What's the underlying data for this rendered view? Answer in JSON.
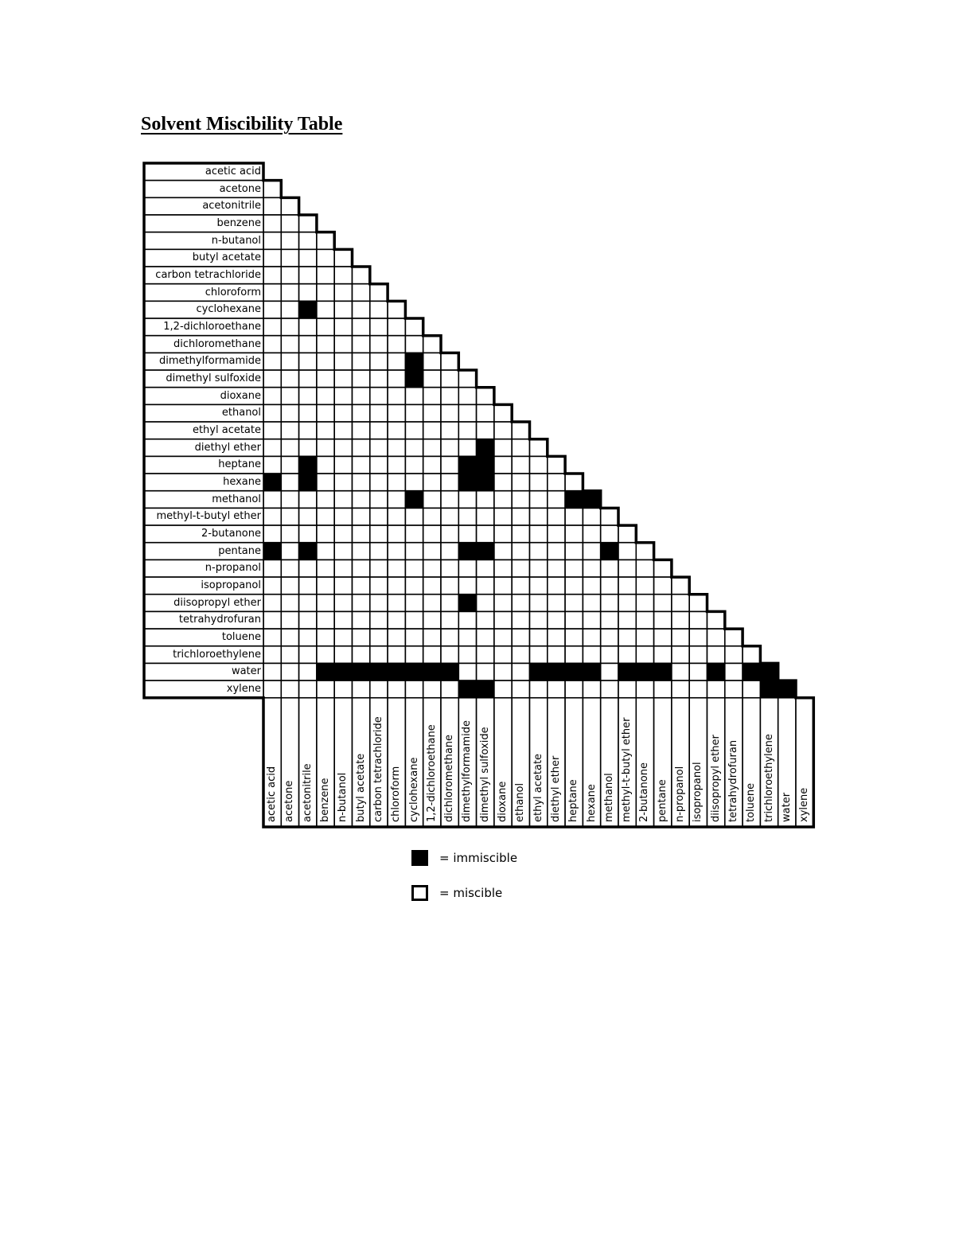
{
  "title": "Solvent Miscibility Table",
  "legend": {
    "immiscible": {
      "symbol": "black-square",
      "label": "= immiscible",
      "color": "#000000"
    },
    "miscible": {
      "symbol": "white-square",
      "label": "= miscible",
      "color": "#ffffff"
    }
  },
  "chart_data": {
    "type": "heatmap",
    "title": "Solvent Miscibility Table",
    "layout": "lower-triangular matrix; row i has cells for columns 0..i-1; black = immiscible, white = miscible",
    "solvents": [
      "acetic acid",
      "acetone",
      "acetonitrile",
      "benzene",
      "n-butanol",
      "butyl acetate",
      "carbon tetrachloride",
      "chloroform",
      "cyclohexane",
      "1,2-dichloroethane",
      "dichloromethane",
      "dimethylformamide",
      "dimethyl sulfoxide",
      "dioxane",
      "ethanol",
      "ethyl acetate",
      "diethyl ether",
      "heptane",
      "hexane",
      "methanol",
      "methyl-t-butyl ether",
      "2-butanone",
      "pentane",
      "n-propanol",
      "isopropanol",
      "diisopropyl ether",
      "tetrahydrofuran",
      "toluene",
      "trichloroethylene",
      "water",
      "xylene"
    ],
    "immiscible_pairs": [
      [
        "cyclohexane",
        "acetonitrile"
      ],
      [
        "dimethylformamide",
        "cyclohexane"
      ],
      [
        "dimethyl sulfoxide",
        "cyclohexane"
      ],
      [
        "diethyl ether",
        "dimethyl sulfoxide"
      ],
      [
        "heptane",
        "acetonitrile"
      ],
      [
        "heptane",
        "dimethylformamide"
      ],
      [
        "heptane",
        "dimethyl sulfoxide"
      ],
      [
        "hexane",
        "acetic acid"
      ],
      [
        "hexane",
        "acetonitrile"
      ],
      [
        "hexane",
        "dimethylformamide"
      ],
      [
        "hexane",
        "dimethyl sulfoxide"
      ],
      [
        "methanol",
        "cyclohexane"
      ],
      [
        "methanol",
        "heptane"
      ],
      [
        "methanol",
        "hexane"
      ],
      [
        "pentane",
        "acetic acid"
      ],
      [
        "pentane",
        "acetonitrile"
      ],
      [
        "pentane",
        "dimethylformamide"
      ],
      [
        "pentane",
        "dimethyl sulfoxide"
      ],
      [
        "pentane",
        "methanol"
      ],
      [
        "diisopropyl ether",
        "dimethylformamide"
      ],
      [
        "water",
        "benzene"
      ],
      [
        "water",
        "n-butanol"
      ],
      [
        "water",
        "butyl acetate"
      ],
      [
        "water",
        "carbon tetrachloride"
      ],
      [
        "water",
        "chloroform"
      ],
      [
        "water",
        "cyclohexane"
      ],
      [
        "water",
        "1,2-dichloroethane"
      ],
      [
        "water",
        "dichloromethane"
      ],
      [
        "water",
        "ethyl acetate"
      ],
      [
        "water",
        "diethyl ether"
      ],
      [
        "water",
        "heptane"
      ],
      [
        "water",
        "hexane"
      ],
      [
        "water",
        "methyl-t-butyl ether"
      ],
      [
        "water",
        "2-butanone"
      ],
      [
        "water",
        "pentane"
      ],
      [
        "water",
        "diisopropyl ether"
      ],
      [
        "water",
        "toluene"
      ],
      [
        "water",
        "trichloroethylene"
      ],
      [
        "xylene",
        "dimethylformamide"
      ],
      [
        "xylene",
        "dimethyl sulfoxide"
      ],
      [
        "xylene",
        "trichloroethylene"
      ],
      [
        "xylene",
        "water"
      ]
    ],
    "immiscible_by_row_index": {
      "8": [
        2
      ],
      "11": [
        8
      ],
      "12": [
        8
      ],
      "16": [
        12
      ],
      "17": [
        2,
        11,
        12
      ],
      "18": [
        0,
        2,
        11,
        12
      ],
      "19": [
        8,
        17,
        18
      ],
      "22": [
        0,
        2,
        11,
        12,
        19
      ],
      "25": [
        11
      ],
      "29": [
        3,
        4,
        5,
        6,
        7,
        8,
        9,
        10,
        15,
        16,
        17,
        18,
        20,
        21,
        22,
        25,
        27,
        28
      ],
      "30": [
        11,
        12,
        28,
        29
      ]
    }
  }
}
